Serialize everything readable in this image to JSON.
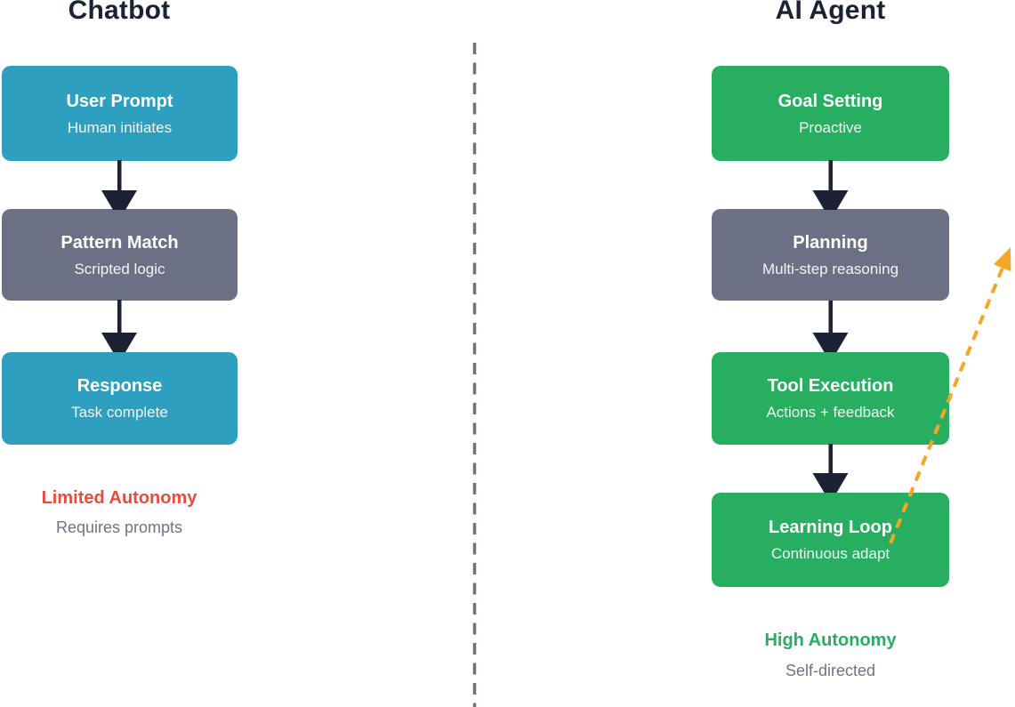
{
  "diagram": {
    "left_column": {
      "title": "Chatbot",
      "nodes": [
        {
          "title": "User Prompt",
          "subtitle": "Human initiates",
          "color": "teal"
        },
        {
          "title": "Pattern Match",
          "subtitle": "Scripted logic",
          "color": "slate"
        },
        {
          "title": "Response",
          "subtitle": "Task complete",
          "color": "teal"
        }
      ],
      "footer_title": "Limited Autonomy",
      "footer_subtitle": "Requires prompts"
    },
    "right_column": {
      "title": "AI Agent",
      "nodes": [
        {
          "title": "Goal Setting",
          "subtitle": "Proactive",
          "color": "green"
        },
        {
          "title": "Planning",
          "subtitle": "Multi-step reasoning",
          "color": "slate"
        },
        {
          "title": "Tool Execution",
          "subtitle": "Actions + feedback",
          "color": "green"
        },
        {
          "title": "Learning Loop",
          "subtitle": "Continuous adapt",
          "color": "green"
        }
      ],
      "footer_title": "High Autonomy",
      "footer_subtitle": "Self-directed"
    },
    "icons": {
      "flow_arrow": "arrow-down-icon",
      "feedback_arrow": "feedback-loop-arrow-icon",
      "divider": "dashed-divider-line"
    }
  },
  "colors": {
    "teal": "#2e9fbf",
    "slate": "#6b7085",
    "green": "#27ae60",
    "red": "#e74c3c",
    "dark": "#1b2233",
    "muted": "#6e7287",
    "orange": "#f5a623",
    "divider": "#6e7287"
  }
}
